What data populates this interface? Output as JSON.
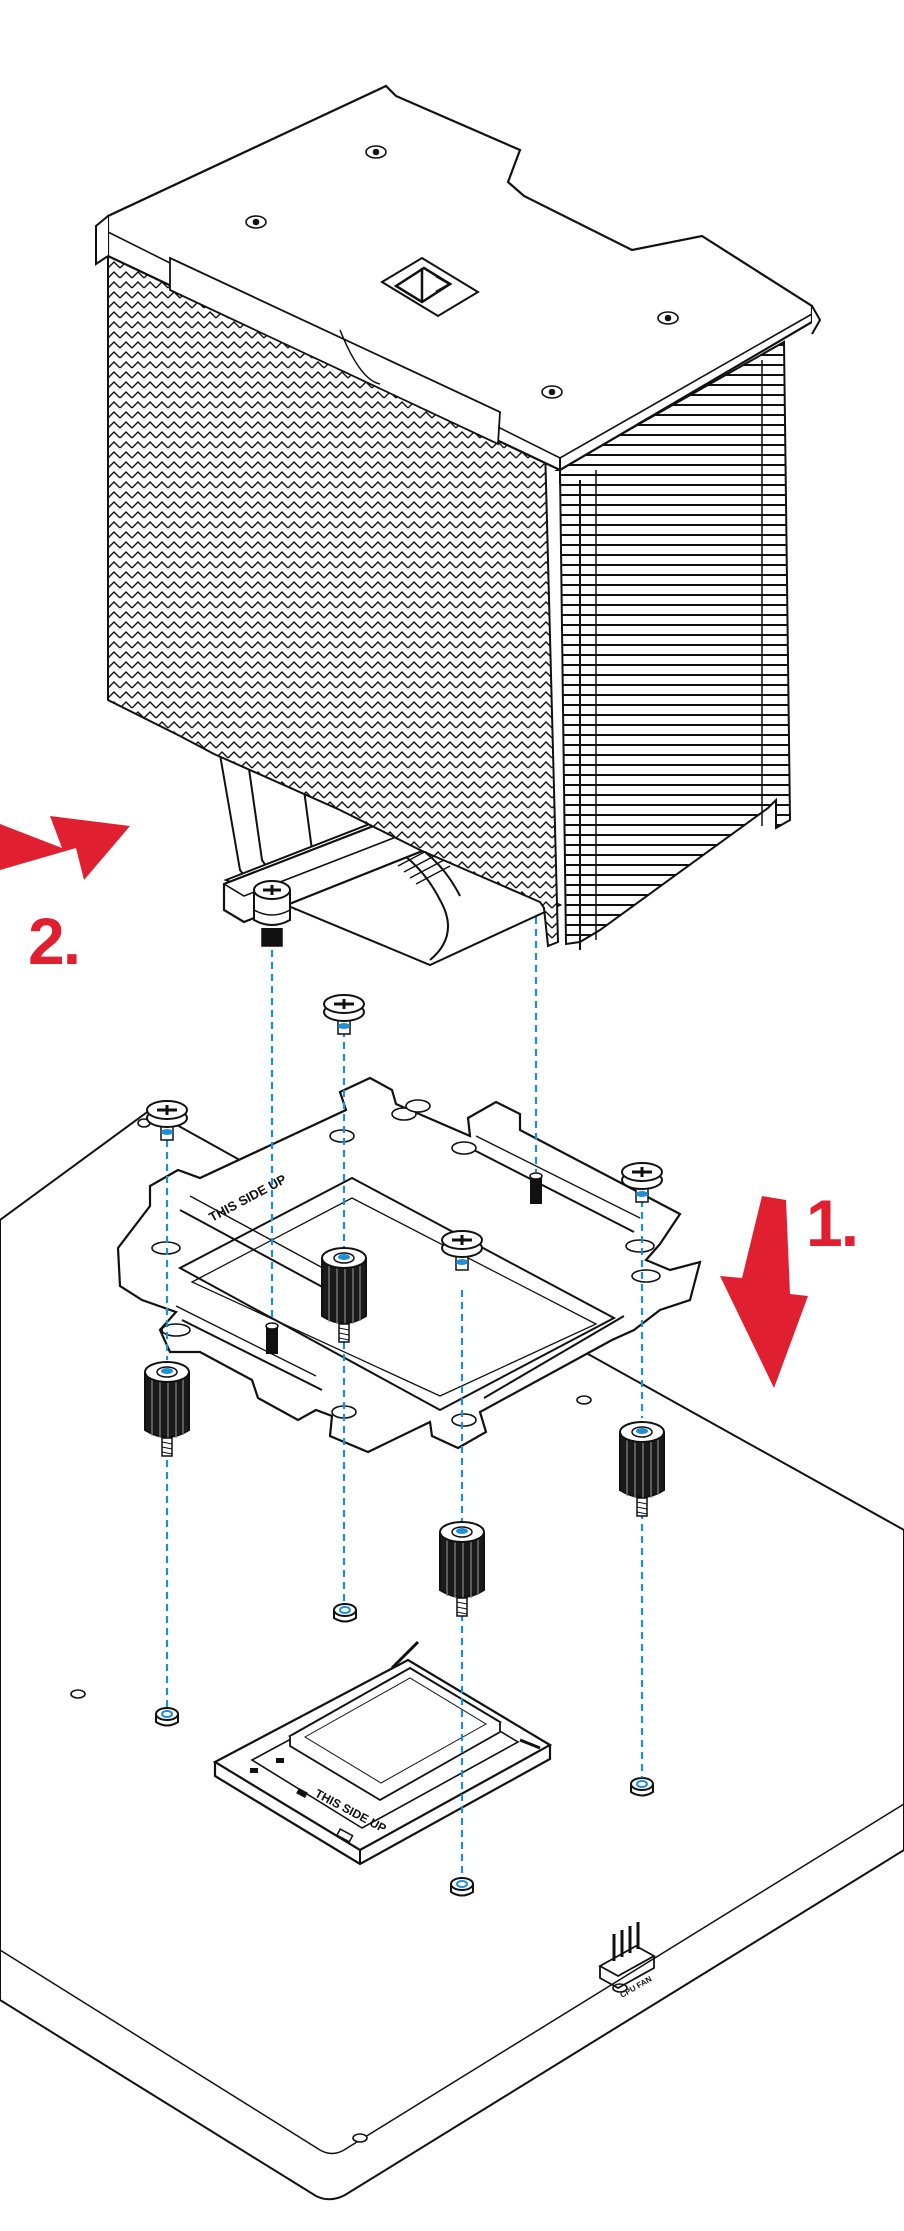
{
  "diagram": {
    "steps": [
      {
        "number": "1.",
        "direction": "down",
        "color": "#e02030"
      },
      {
        "number": "2.",
        "direction": "up-right",
        "color": "#e02030"
      }
    ],
    "bracket_text": "THIS SIDE UP",
    "socket_text": "THIS SIDE UP",
    "header_text": "CPU FAN",
    "colors": {
      "accent": "#e02030",
      "guide_line": "#1e8fd6",
      "ink": "#111111",
      "paper": "#ffffff"
    },
    "icons": [
      "heatsink-tower",
      "mounting-bracket",
      "thumb-screw",
      "standoff-nut",
      "cpu-socket",
      "fan-header",
      "motherboard"
    ]
  }
}
